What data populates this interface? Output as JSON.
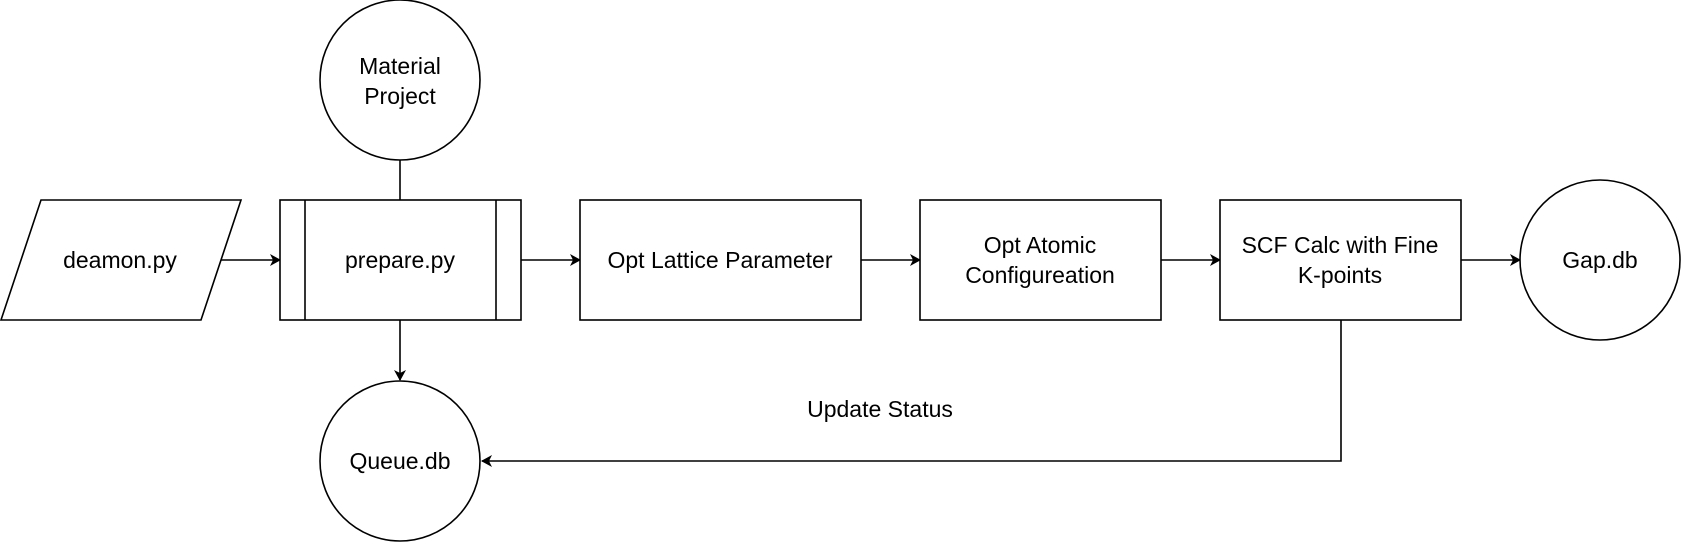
{
  "nodes": {
    "deamon": {
      "label": "deamon.py",
      "shape": "parallelogram"
    },
    "material_project": {
      "line1": "Material",
      "line2": "Project",
      "shape": "circle"
    },
    "prepare": {
      "label": "prepare.py",
      "shape": "subprocess"
    },
    "opt_lattice": {
      "label": "Opt Lattice Parameter",
      "shape": "rectangle"
    },
    "opt_atomic": {
      "line1": "Opt Atomic",
      "line2": "Configureation",
      "shape": "rectangle"
    },
    "scf_calc": {
      "line1": "SCF Calc with Fine",
      "line2": "K-points",
      "shape": "rectangle"
    },
    "gap_db": {
      "label": "Gap.db",
      "shape": "circle"
    },
    "queue_db": {
      "label": "Queue.db",
      "shape": "circle"
    }
  },
  "edges": {
    "update_status": {
      "label": "Update Status"
    }
  }
}
